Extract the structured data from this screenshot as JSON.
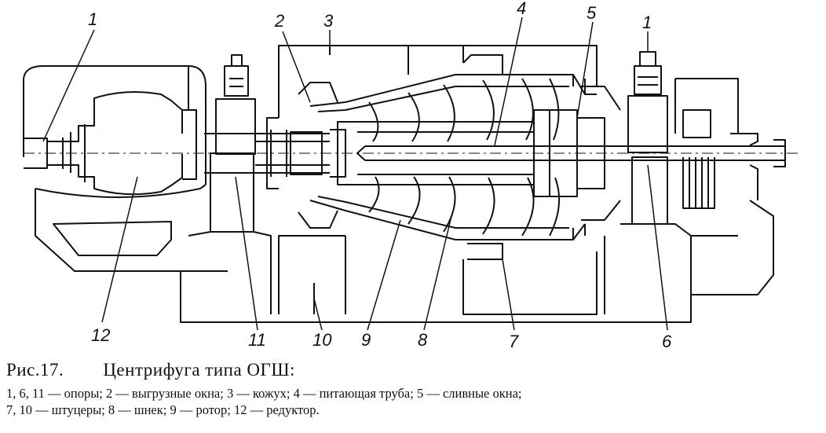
{
  "caption": {
    "figure_label": "Рис.17.",
    "title": "Центрифуга типа ОГШ:",
    "legend_line1": "1, 6, 11 — опоры; 2 — выгрузные окна; 3 — кожух; 4 — питающая труба; 5 — сливные окна;",
    "legend_line2": "7, 10 — штуцеры; 8 — шнек; 9 — ротор; 12 — редуктор."
  },
  "callouts": {
    "c1a": "1",
    "c1b": "1",
    "c2": "2",
    "c3": "3",
    "c4": "4",
    "c5": "5",
    "c6": "6",
    "c7": "7",
    "c8": "8",
    "c9": "9",
    "c10": "10",
    "c11": "11",
    "c12": "12"
  }
}
